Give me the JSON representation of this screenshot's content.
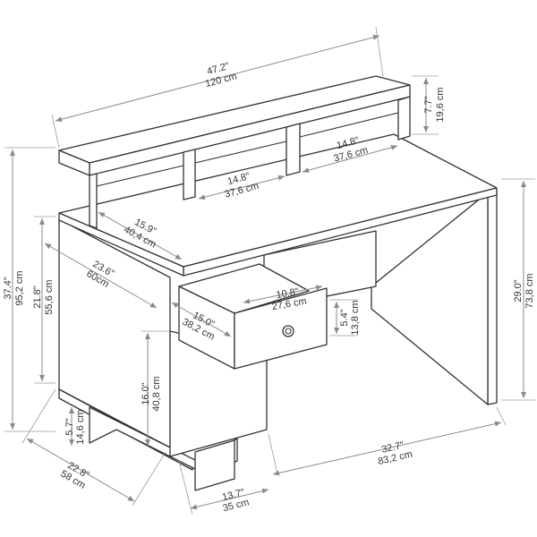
{
  "dimensions": {
    "total_width": {
      "in": "47.2\"",
      "cm": "120 cm"
    },
    "hutch_height": {
      "in": "7.7\"",
      "cm": "19,6 cm"
    },
    "hutch_compartment_center": {
      "in": "14.8\"",
      "cm": "37,6 cm"
    },
    "hutch_compartment_right": {
      "in": "14.8\"",
      "cm": "37,6 cm"
    },
    "hutch_depth": {
      "in": "15.9\"",
      "cm": "40,4 cm"
    },
    "total_height": {
      "in": "37.4\"",
      "cm": "95,2 cm"
    },
    "cabinet_height": {
      "in": "21.8\"",
      "cm": "55,6 cm"
    },
    "desk_depth": {
      "in": "23.6\"",
      "cm": "60cm"
    },
    "desk_height": {
      "in": "29.0\"",
      "cm": "73,8 cm"
    },
    "drawer_width": {
      "in": "10.8\"",
      "cm": "27,6 cm"
    },
    "drawer_depth": {
      "in": "15.0\"",
      "cm": "38,2 cm"
    },
    "drawer_height": {
      "in": "5.4\"",
      "cm": "13,8 cm"
    },
    "door_height": {
      "in": "16.0\"",
      "cm": "40,8 cm"
    },
    "base_shelf_height": {
      "in": "5.7\"",
      "cm": "14,6 cm"
    },
    "base_depth": {
      "in": "22.8\"",
      "cm": "58 cm"
    },
    "legroom_width": {
      "in": "32.7\"",
      "cm": "83,2 cm"
    },
    "cabinet_width": {
      "in": "13.7\"",
      "cm": "35 cm"
    }
  },
  "colors": {
    "line": "#333333",
    "dimension": "#8a8a8a"
  }
}
